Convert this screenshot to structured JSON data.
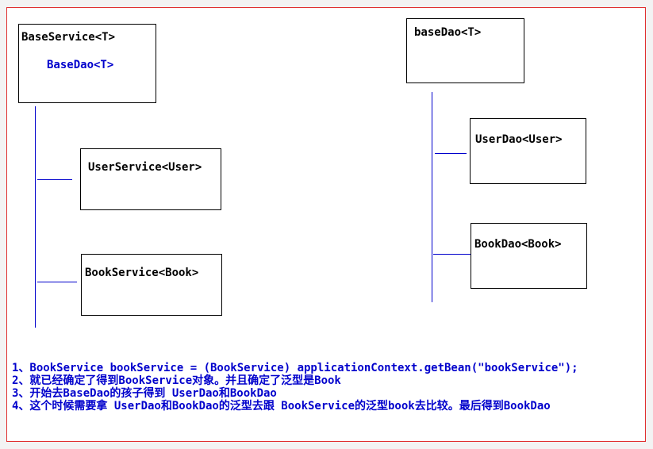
{
  "left_group": {
    "base_box": {
      "title": "BaseService<T>",
      "inner": "BaseDao<T>"
    },
    "children": [
      "UserService<User>",
      "BookService<Book>"
    ]
  },
  "right_group": {
    "base_box": {
      "title": "baseDao<T>"
    },
    "children": [
      "UserDao<User>",
      "BookDao<Book>"
    ]
  },
  "notes": [
    "1、BookService bookService = (BookService) applicationContext.getBean(\"bookService\");",
    "2、就已经确定了得到BookService对象。并且确定了泛型是Book",
    "3、开始去BaseDao的孩子得到 UserDao和BookDao",
    "4、这个时候需要拿 UserDao和BookDao的泛型去跟 BookService的泛型book去比较。最后得到BookDao"
  ],
  "colors": {
    "frame": "#e03030",
    "lines": "#0000cc",
    "note_text": "#0000cc"
  }
}
